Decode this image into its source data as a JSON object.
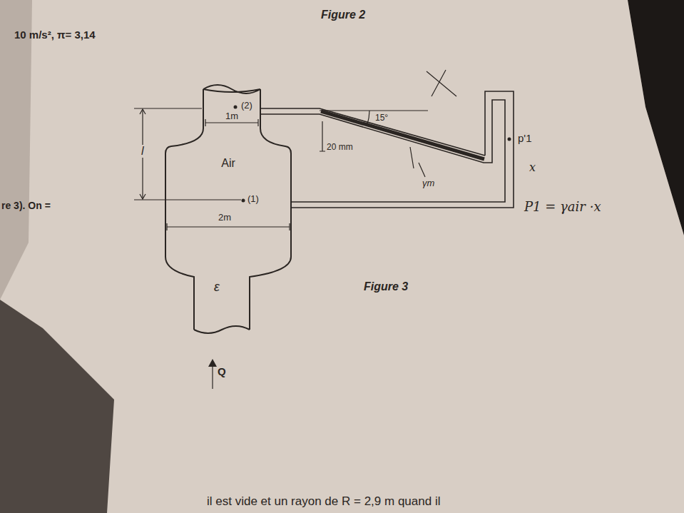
{
  "diagram": {
    "nodes": [
      {
        "text": [
          "Air"
        ]
      }
    ],
    "labels": [
      "Figure 2",
      "10 m/s², π= 3,14",
      "(2)",
      "1m",
      "l",
      "(1)",
      "2m",
      "ε",
      "Q",
      "15°",
      "20 mm",
      "γm",
      "p'1",
      "x",
      "P1 = γair ·x",
      "re 3). On =",
      "Figure 3",
      "il est vide et un rayon de R = 2,9 m quand il"
    ]
  }
}
